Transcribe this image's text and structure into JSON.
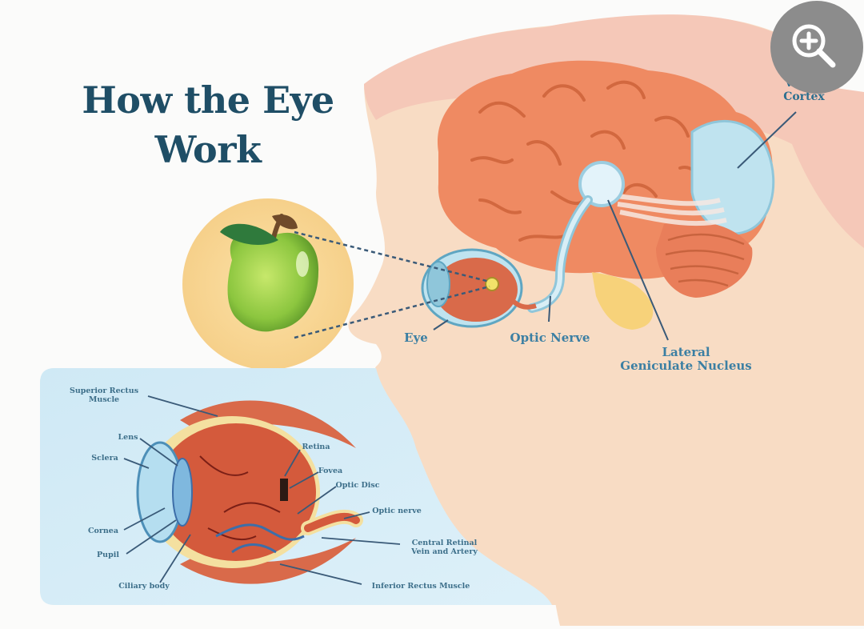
{
  "title": {
    "line1": "How the Eye",
    "line2": "Work"
  },
  "labels": {
    "visual_cortex": [
      "Visual",
      "Cortex"
    ],
    "eye": "Eye",
    "optic_nerve": "Optic Nerve",
    "lgn": [
      "Lateral",
      "Geniculate Nucleus"
    ],
    "superior_rectus": [
      "Superior Rectus",
      "Muscle"
    ],
    "lens": "Lens",
    "sclera": "Sclera",
    "retina": "Retina",
    "fovea": "Fovea",
    "optic_disc": "Optic Disc",
    "optic_nerve_small": "Optic nerve",
    "cornea": "Cornea",
    "pupil": "Pupil",
    "central_retinal": [
      "Central Retinal",
      "Vein and Artery"
    ],
    "ciliary_body": "Ciliary body",
    "inferior_rectus": "Inferior Rectus Muscle"
  },
  "icons": {
    "zoom": "zoom-in-icon"
  },
  "colors": {
    "title": "#1f4e66",
    "label": "#2c6f8f",
    "head_skin": "#f8dcc4",
    "hair": "#f7c9bd",
    "brain": "#ef8a62",
    "panel": "#d4ecf7",
    "apple": "#8cc63f"
  }
}
